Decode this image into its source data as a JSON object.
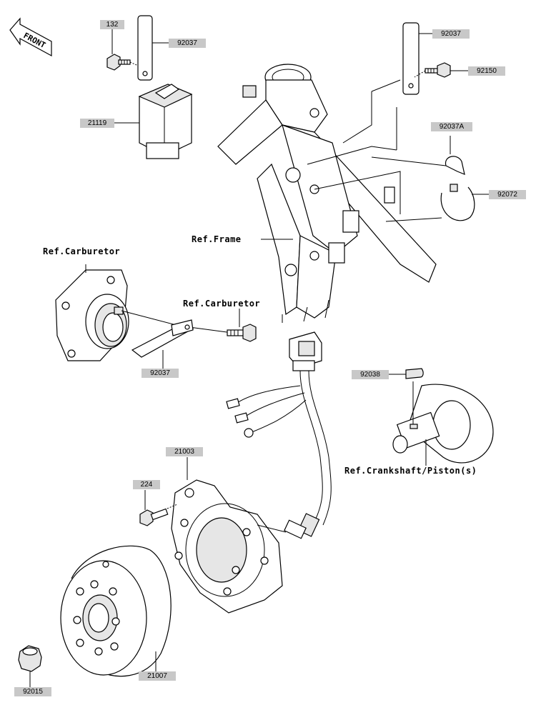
{
  "front_badge": {
    "text": "FRONT"
  },
  "part_labels": {
    "p132": "132",
    "p92037_top_left": "92037",
    "p21119": "21119",
    "p92037_top_right": "92037",
    "p92150": "92150",
    "p92037A": "92037A",
    "p92072": "92072",
    "p92037_mid": "92037",
    "p92038": "92038",
    "p21003": "21003",
    "p224": "224",
    "p21007": "21007",
    "p92015": "92015"
  },
  "reference_labels": {
    "frame": "Ref.Frame",
    "carburetor_top": "Ref.Carburetor",
    "carburetor_mid": "Ref.Carburetor",
    "crankshaft": "Ref.Crankshaft/Piston(s)"
  }
}
